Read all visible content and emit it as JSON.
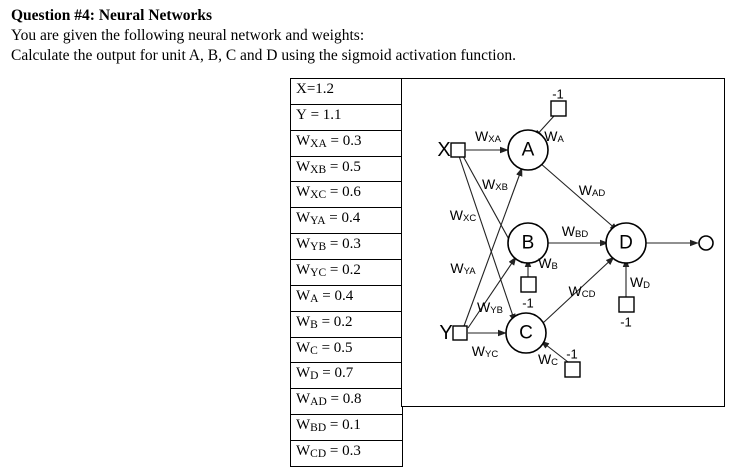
{
  "heading": {
    "line1": "Question #4: Neural Networks",
    "line2": "You are given the following neural network and weights:",
    "line3": "Calculate the output for unit A, B, C and D using the sigmoid activation function."
  },
  "weights_table": {
    "rows": [
      {
        "name": "X",
        "sub": "",
        "eq": "=1.2"
      },
      {
        "name": "Y",
        "sub": "",
        "eq": " = 1.1"
      },
      {
        "name": "W",
        "sub": "XA",
        "eq": " = 0.3"
      },
      {
        "name": "W",
        "sub": "XB",
        "eq": " = 0.5"
      },
      {
        "name": "W",
        "sub": "XC",
        "eq": " = 0.6"
      },
      {
        "name": "W",
        "sub": "YA",
        "eq": " = 0.4"
      },
      {
        "name": "W",
        "sub": "YB",
        "eq": " = 0.3"
      },
      {
        "name": "W",
        "sub": "YC",
        "eq": " = 0.2"
      },
      {
        "name": "W",
        "sub": "A",
        "eq": " = 0.4"
      },
      {
        "name": "W",
        "sub": "B",
        "eq": " = 0.2"
      },
      {
        "name": "W",
        "sub": "C",
        "eq": " = 0.5"
      },
      {
        "name": "W",
        "sub": "D",
        "eq": " = 0.7"
      },
      {
        "name": "W",
        "sub": "AD",
        "eq": " = 0.8"
      },
      {
        "name": "W",
        "sub": "BD",
        "eq": " = 0.1"
      },
      {
        "name": "W",
        "sub": "CD",
        "eq": " = 0.3"
      }
    ]
  },
  "diagram": {
    "inputs": [
      {
        "id": "X",
        "label": "X"
      },
      {
        "id": "Y",
        "label": "Y"
      }
    ],
    "units": [
      {
        "id": "A",
        "label": "A"
      },
      {
        "id": "B",
        "label": "B"
      },
      {
        "id": "C",
        "label": "C"
      },
      {
        "id": "D",
        "label": "D"
      }
    ],
    "bias_value": "-1",
    "biases": [
      {
        "for": "A",
        "value": "-1"
      },
      {
        "for": "B",
        "value": "-1"
      },
      {
        "for": "C",
        "value": "-1"
      },
      {
        "for": "D",
        "value": "-1"
      }
    ],
    "edge_labels": [
      {
        "id": "WXA",
        "base": "W",
        "sub": "XA"
      },
      {
        "id": "WXB",
        "base": "W",
        "sub": "XB"
      },
      {
        "id": "WXC",
        "base": "W",
        "sub": "XC"
      },
      {
        "id": "WYA",
        "base": "W",
        "sub": "YA"
      },
      {
        "id": "WYB",
        "base": "W",
        "sub": "YB"
      },
      {
        "id": "WYC",
        "base": "W",
        "sub": "YC"
      },
      {
        "id": "WA",
        "base": "W",
        "sub": "A"
      },
      {
        "id": "WB",
        "base": "W",
        "sub": "B"
      },
      {
        "id": "WC",
        "base": "W",
        "sub": "C"
      },
      {
        "id": "WD",
        "base": "W",
        "sub": "D"
      },
      {
        "id": "WAD",
        "base": "W",
        "sub": "AD"
      },
      {
        "id": "WBD",
        "base": "W",
        "sub": "BD"
      },
      {
        "id": "WCD",
        "base": "W",
        "sub": "CD"
      }
    ]
  }
}
